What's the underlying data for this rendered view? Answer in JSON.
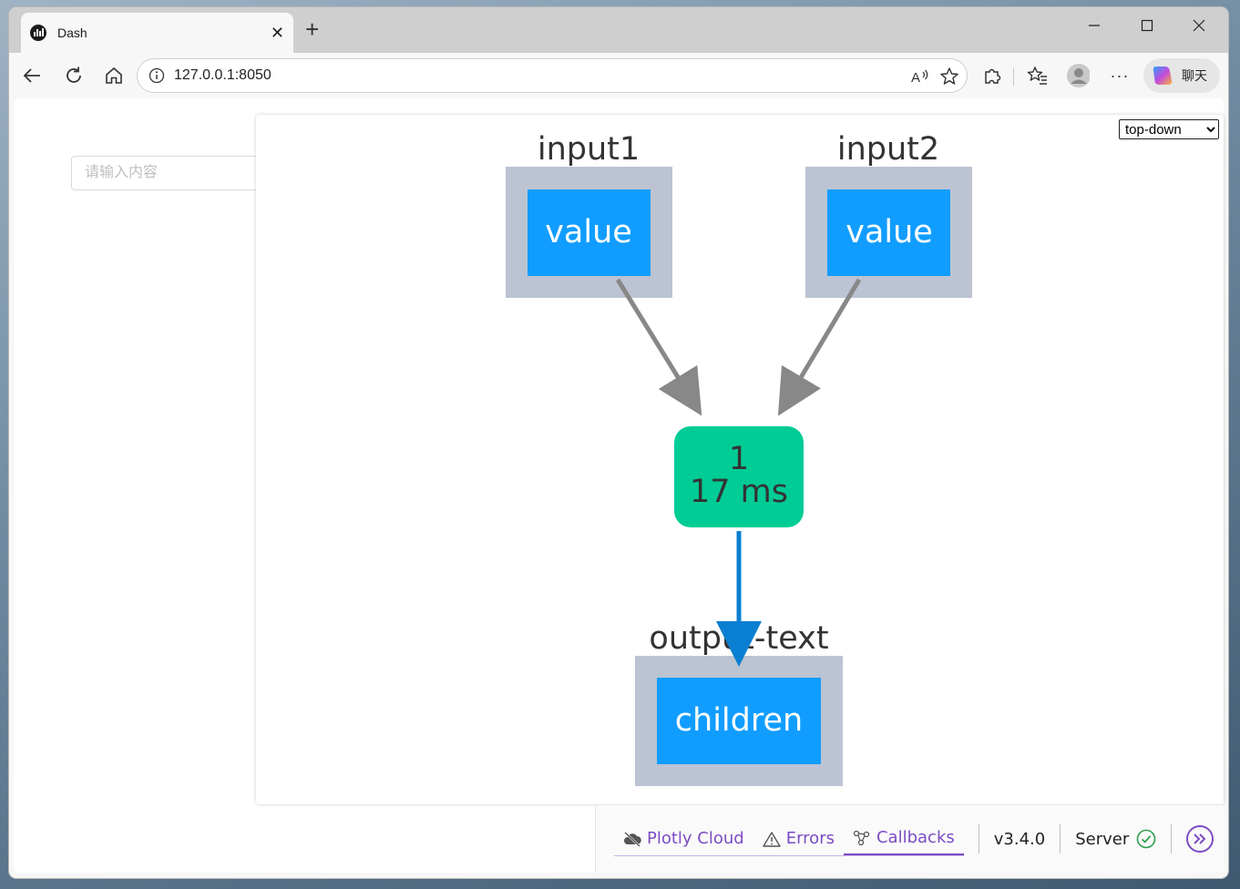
{
  "browser": {
    "tab_title": "Dash",
    "address": "127.0.0.1:8050",
    "copilot_label": "聊天"
  },
  "page": {
    "input_placeholder": "请输入内容",
    "layout_select": {
      "selected": "top-down",
      "options": [
        "top-down"
      ]
    },
    "graph": {
      "nodes": {
        "input1": {
          "label": "input1",
          "property": "value"
        },
        "input2": {
          "label": "input2",
          "property": "value"
        },
        "callback": {
          "count": "1",
          "time": "17 ms"
        },
        "output": {
          "label": "output-text",
          "property": "children"
        }
      },
      "colors": {
        "component_bg": "#bcc4d3",
        "property_bg": "#119dff",
        "callback_bg": "#00cc96",
        "input_edge": "#888888",
        "output_edge": "#0a7fd1"
      }
    }
  },
  "devtools": {
    "tabs": [
      {
        "label": "Plotly Cloud",
        "icon": "cloud-off-icon"
      },
      {
        "label": "Errors",
        "icon": "warning-icon"
      },
      {
        "label": "Callbacks",
        "icon": "graph-icon"
      }
    ],
    "version": "v3.4.0",
    "server_label": "Server",
    "accent": "#7d4cc4"
  }
}
